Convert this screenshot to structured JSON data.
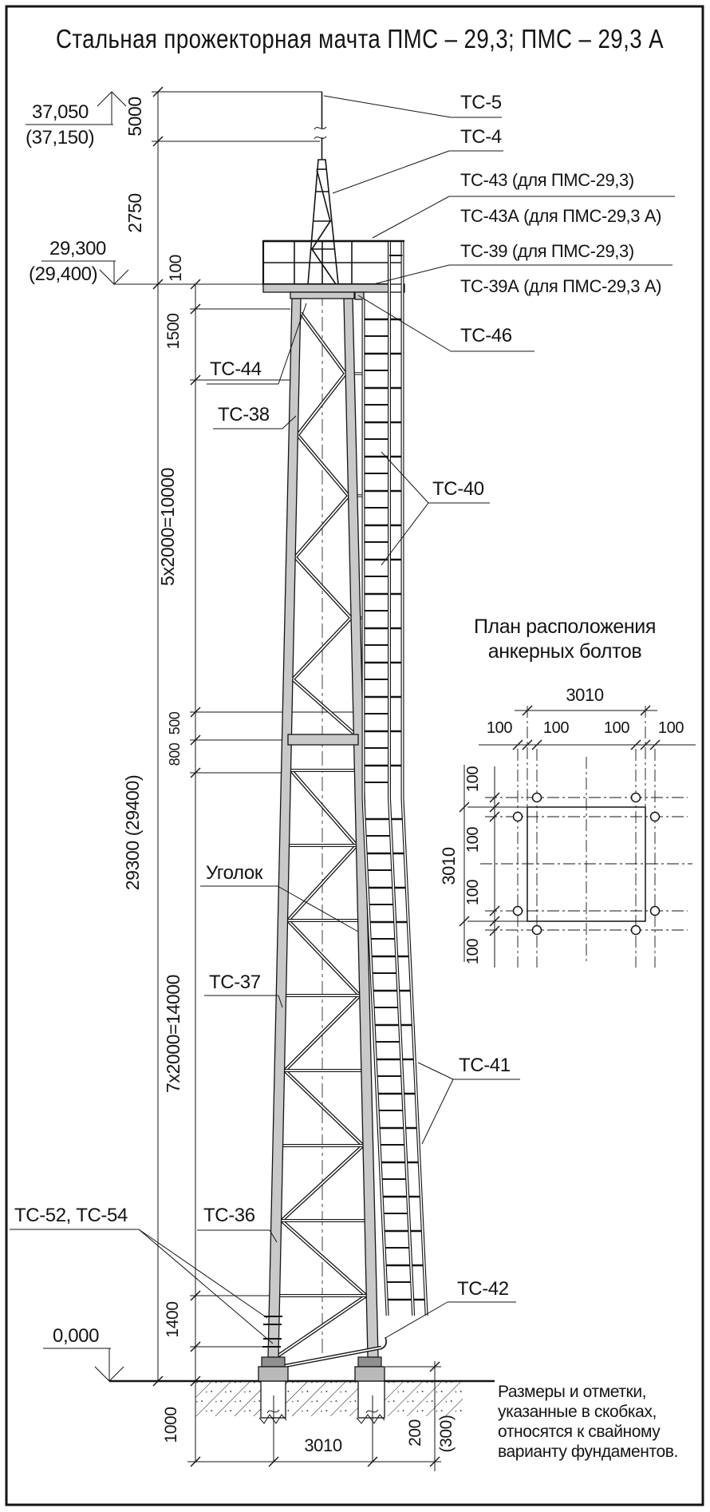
{
  "title": "Стальная прожекторная мачта ПМС – 29,3; ПМС – 29,3 А",
  "marks": {
    "top": "37,050",
    "top_alt": "(37,150)",
    "platform": "29,300",
    "platform_alt": "(29,400)",
    "ground": "0,000"
  },
  "dims": {
    "d5000": "5000",
    "d2750": "2750",
    "d29300": "29300  (29400)",
    "d100": "100",
    "d1500": "1500",
    "d10000": "5x2000=10000",
    "d500": "500",
    "d800": "800",
    "d14000": "7x2000=14000",
    "d1400": "1400",
    "d1000": "1000",
    "d3010": "3010",
    "d200": "200",
    "d300": "(300)"
  },
  "labels": {
    "tc5": "ТС-5",
    "tc4": "ТС-4",
    "tc43": "ТС-43 (для ПМС-29,3)",
    "tc43a": "ТС-43А (для ПМС-29,3 А)",
    "tc39": "ТС-39 (для ПМС-29,3)",
    "tc39a": "ТС-39А (для ПМС-29,3 А)",
    "tc46": "ТС-46",
    "tc44": "ТС-44",
    "tc38": "ТС-38",
    "tc40": "ТС-40",
    "ugolok": "Уголок",
    "tc37": "ТС-37",
    "tc36": "ТС-36",
    "tc52": "ТС-52, ТС-54",
    "tc41": "ТС-41",
    "tc42": "ТС-42"
  },
  "plan": {
    "heading1": "План расположения",
    "heading2": "анкерных болтов",
    "d3010": "3010",
    "d100": "100"
  },
  "note": {
    "line1": "Размеры и отметки,",
    "line2": "указанные в скобках,",
    "line3": "относятся к свайному",
    "line4": "варианту фундаментов."
  }
}
